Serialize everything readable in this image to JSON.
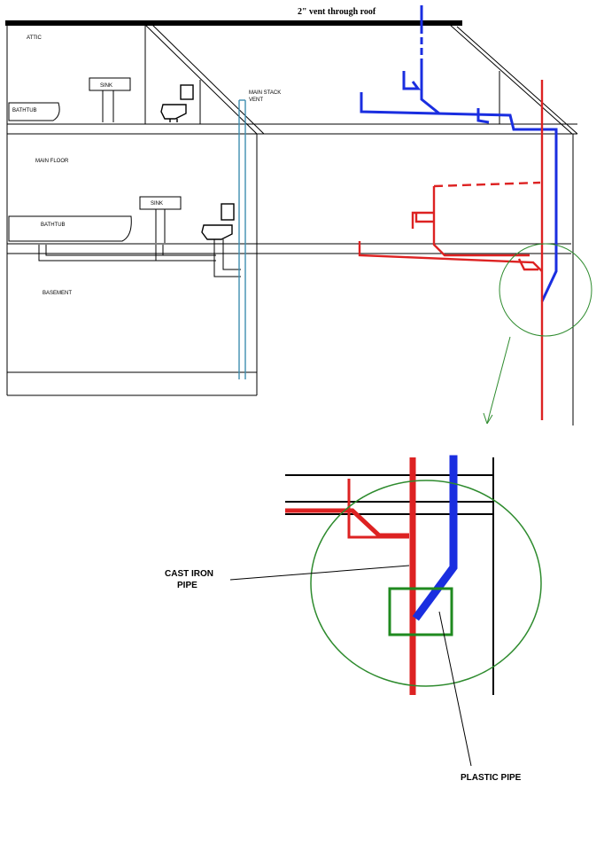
{
  "roof_vent_label": "2\" vent through roof",
  "rooms": {
    "attic": "ATTIC",
    "main_floor": "MAIN FLOOR",
    "basement": "BASEMENT"
  },
  "fixtures": {
    "upper_sink": "SINK",
    "upper_bathtub": "BATHTUB",
    "lower_sink": "SINK",
    "lower_bathtub": "BATHTUB"
  },
  "main_stack_vent_line1": "MAIN STACK",
  "main_stack_vent_line2": "VENT",
  "callouts": {
    "cast_iron_line1": "CAST IRON",
    "cast_iron_line2": "PIPE",
    "plastic_pipe": "PLASTIC PIPE"
  },
  "colors": {
    "cast_iron_pipe": "#dd2222",
    "plastic_pipe": "#1a2ee0",
    "main_stack_vent": "#3f8fb0",
    "highlight_circle": "#2e8b2e",
    "highlight_box": "#1f8a1f",
    "walls": "#000000"
  }
}
